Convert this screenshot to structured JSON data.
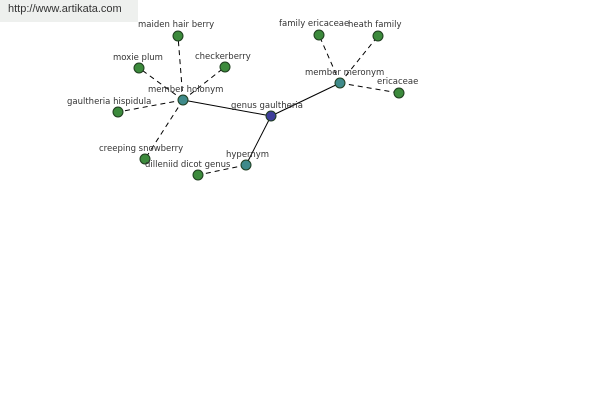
{
  "watermark": {
    "url": "http://www.artikata.com"
  },
  "colors": {
    "root_node": "#3e3e9a",
    "relation_node": "#3f8a8a",
    "leaf_node": "#3c8a3c",
    "edge": "#000000",
    "banner_bg": "#eef0ee"
  },
  "nodes": [
    {
      "id": "genus",
      "label": "genus gaultheria",
      "kind": "root"
    },
    {
      "id": "holonym",
      "label": "member holonym",
      "kind": "relation"
    },
    {
      "id": "meronym",
      "label": "member meronym",
      "kind": "relation"
    },
    {
      "id": "hypernym",
      "label": "hypernym",
      "kind": "relation"
    },
    {
      "id": "maiden",
      "label": "maiden hair berry",
      "kind": "leaf"
    },
    {
      "id": "moxie",
      "label": "moxie plum",
      "kind": "leaf"
    },
    {
      "id": "checker",
      "label": "checkerberry",
      "kind": "leaf"
    },
    {
      "id": "hispidula",
      "label": "gaultheria hispidula",
      "kind": "leaf"
    },
    {
      "id": "creeping",
      "label": "creeping snowberry",
      "kind": "leaf"
    },
    {
      "id": "dilleniid",
      "label": "dilleniid dicot genus",
      "kind": "leaf"
    },
    {
      "id": "family",
      "label": "family ericaceae",
      "kind": "leaf"
    },
    {
      "id": "heath",
      "label": "heath family",
      "kind": "leaf"
    },
    {
      "id": "ericaceae",
      "label": "ericaceae",
      "kind": "leaf"
    }
  ],
  "edges": [
    {
      "from": "genus",
      "to": "holonym",
      "style": "solid"
    },
    {
      "from": "genus",
      "to": "meronym",
      "style": "solid"
    },
    {
      "from": "genus",
      "to": "hypernym",
      "style": "solid"
    },
    {
      "from": "holonym",
      "to": "maiden",
      "style": "dashed"
    },
    {
      "from": "holonym",
      "to": "moxie",
      "style": "dashed"
    },
    {
      "from": "holonym",
      "to": "checker",
      "style": "dashed"
    },
    {
      "from": "holonym",
      "to": "hispidula",
      "style": "dashed"
    },
    {
      "from": "holonym",
      "to": "creeping",
      "style": "dashed"
    },
    {
      "from": "hypernym",
      "to": "dilleniid",
      "style": "dashed"
    },
    {
      "from": "meronym",
      "to": "family",
      "style": "dashed"
    },
    {
      "from": "meronym",
      "to": "heath",
      "style": "dashed"
    },
    {
      "from": "meronym",
      "to": "ericaceae",
      "style": "dashed"
    }
  ]
}
